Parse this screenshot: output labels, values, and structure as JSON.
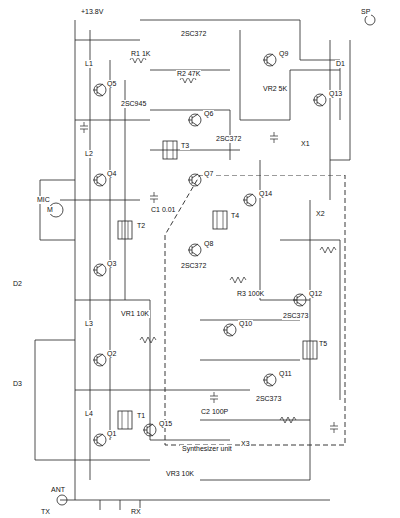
{
  "diagram": {
    "nodes": [
      {
        "text": [
          "Synthesizer unit"
        ]
      }
    ],
    "labels": [
      "ANT",
      "MIC",
      "SP",
      "M",
      "Q1",
      "Q2",
      "Q3",
      "Q4",
      "Q5",
      "Q6",
      "Q7",
      "Q8",
      "Q9",
      "Q10",
      "Q11",
      "Q12",
      "Q13",
      "Q14",
      "Q15",
      "2SC372",
      "2SC372",
      "2SC372",
      "2SC373",
      "2SC373",
      "2SC945",
      "T1",
      "T2",
      "T3",
      "T4",
      "T5",
      "L1",
      "L2",
      "L3",
      "L4",
      "X1",
      "X2",
      "X3",
      "VR1 10K",
      "VR2 5K",
      "VR3 10K",
      "D1",
      "D2",
      "D3",
      "C1 0.01",
      "C2 100P",
      "R1 1K",
      "R2 47K",
      "R3 100K",
      "+13.8V",
      "TX",
      "RX"
    ]
  }
}
